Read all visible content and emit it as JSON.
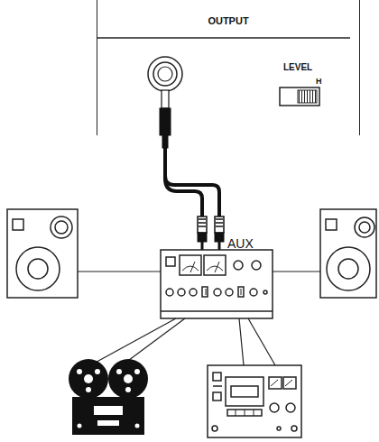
{
  "diagram": {
    "nodes": [
      {
        "text": [
          "OUTPUT"
        ]
      }
    ],
    "labels": [
      "LEVEL",
      "H",
      "AUX"
    ]
  }
}
